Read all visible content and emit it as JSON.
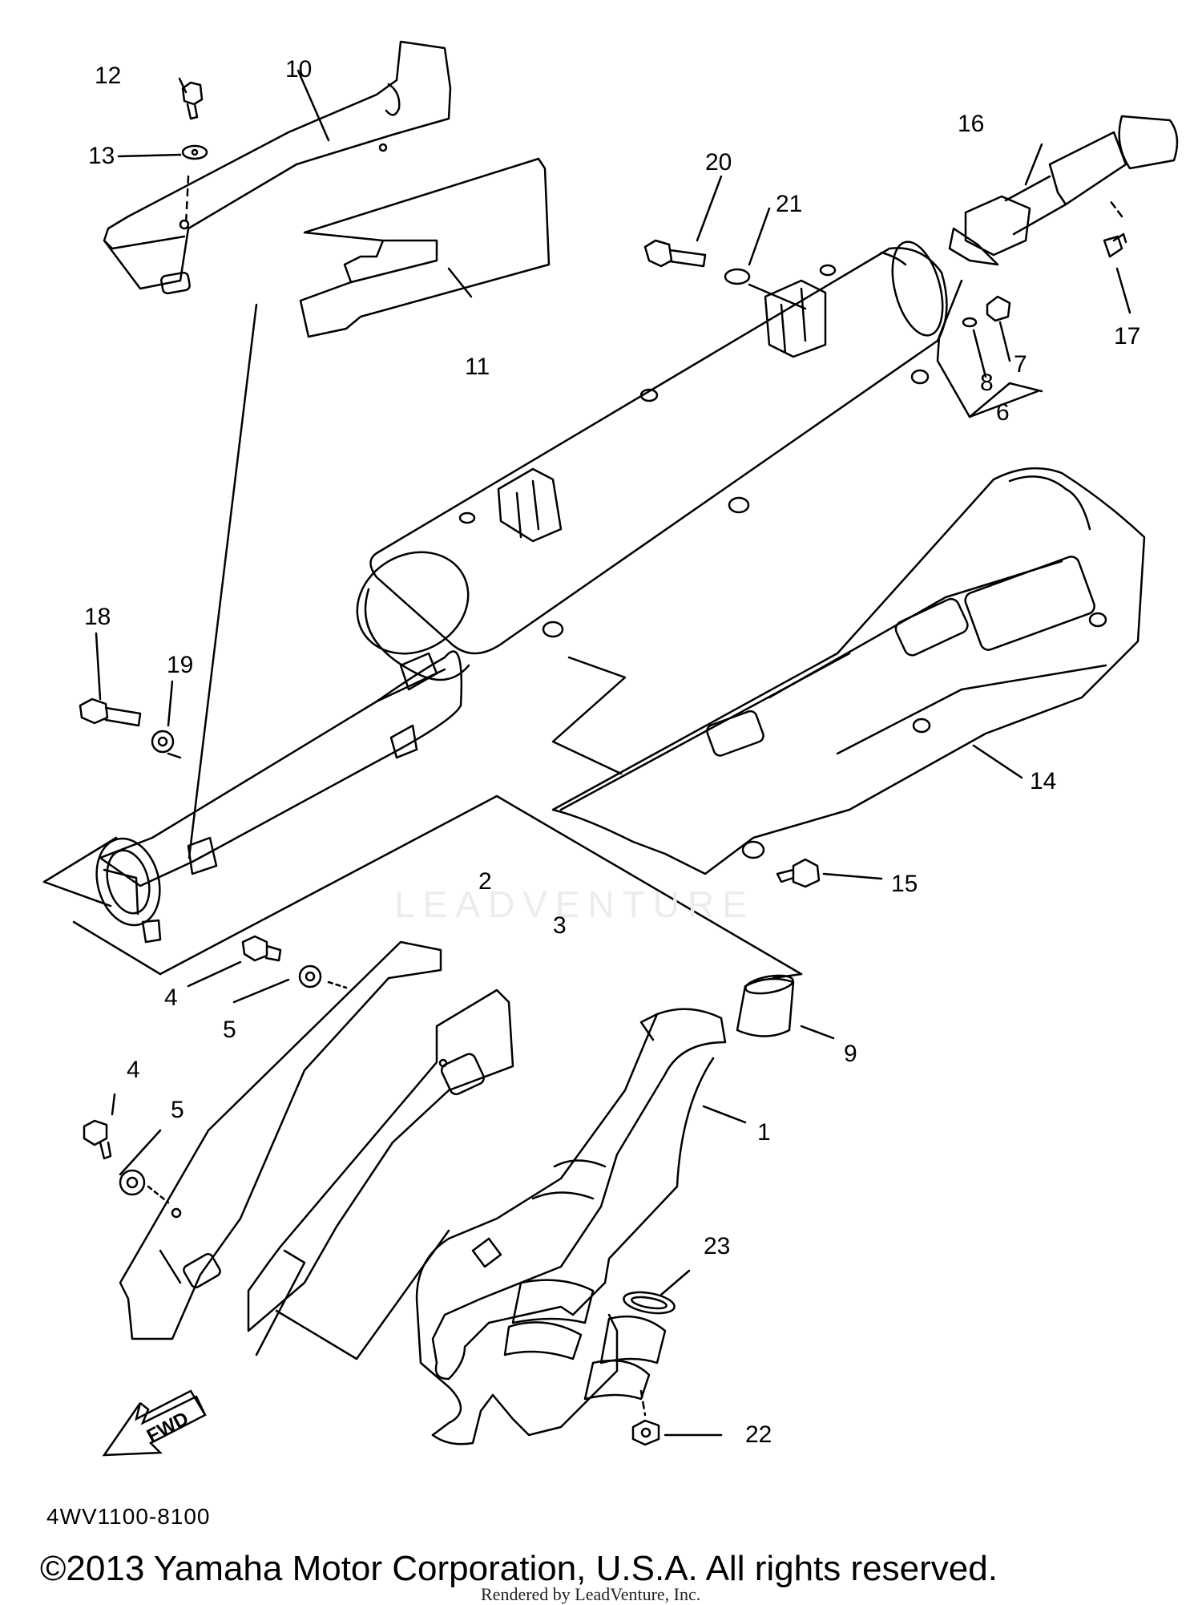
{
  "labels": [
    {
      "id": "1",
      "text": "1"
    },
    {
      "id": "2",
      "text": "2"
    },
    {
      "id": "3",
      "text": "3"
    },
    {
      "id": "4a",
      "text": "4"
    },
    {
      "id": "4b",
      "text": "4"
    },
    {
      "id": "5a",
      "text": "5"
    },
    {
      "id": "5b",
      "text": "5"
    },
    {
      "id": "6",
      "text": "6"
    },
    {
      "id": "7",
      "text": "7"
    },
    {
      "id": "8",
      "text": "8"
    },
    {
      "id": "9",
      "text": "9"
    },
    {
      "id": "10",
      "text": "10"
    },
    {
      "id": "11",
      "text": "11"
    },
    {
      "id": "12",
      "text": "12"
    },
    {
      "id": "13",
      "text": "13"
    },
    {
      "id": "14",
      "text": "14"
    },
    {
      "id": "15",
      "text": "15"
    },
    {
      "id": "16",
      "text": "16"
    },
    {
      "id": "17",
      "text": "17"
    },
    {
      "id": "18",
      "text": "18"
    },
    {
      "id": "19",
      "text": "19"
    },
    {
      "id": "20",
      "text": "20"
    },
    {
      "id": "21",
      "text": "21"
    },
    {
      "id": "22",
      "text": "22"
    },
    {
      "id": "23",
      "text": "23"
    }
  ],
  "fwd_text": "FWD",
  "diagram_code": "4WV1100-8100",
  "watermark": "LEADVENTURE",
  "copyright": "©2013 Yamaha Motor Corporation, U.S.A. All rights reserved.",
  "rendered_by": "Rendered by LeadVenture, Inc."
}
